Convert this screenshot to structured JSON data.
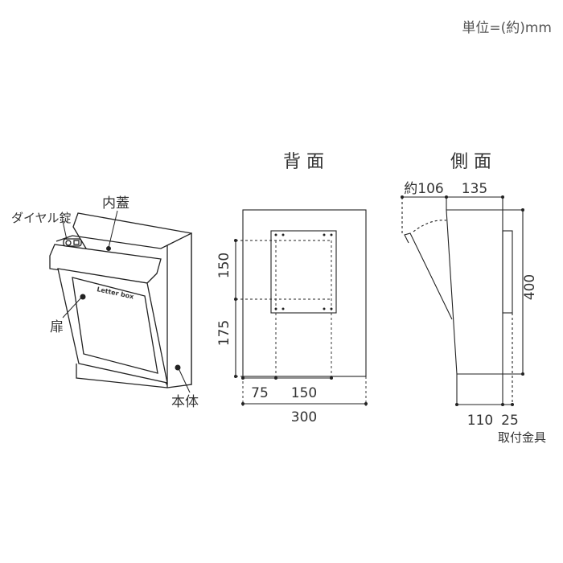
{
  "unit_label": "単位=(約)mm",
  "views": {
    "back": {
      "title": "背 面"
    },
    "side": {
      "title": "側 面"
    }
  },
  "parts": {
    "dial_lock": "ダイヤル錠",
    "inner_lid": "内蓋",
    "door": "扉",
    "body": "本体",
    "door_text": "Letter box"
  },
  "back_dims": {
    "upper": "150",
    "lower": "175",
    "left_offset": "75",
    "hole_span": "150",
    "width": "300"
  },
  "side_dims": {
    "open": "約106",
    "top_depth": "135",
    "height": "400",
    "bottom_depth": "110",
    "bracket": "25",
    "bracket_label": "取付金具"
  }
}
